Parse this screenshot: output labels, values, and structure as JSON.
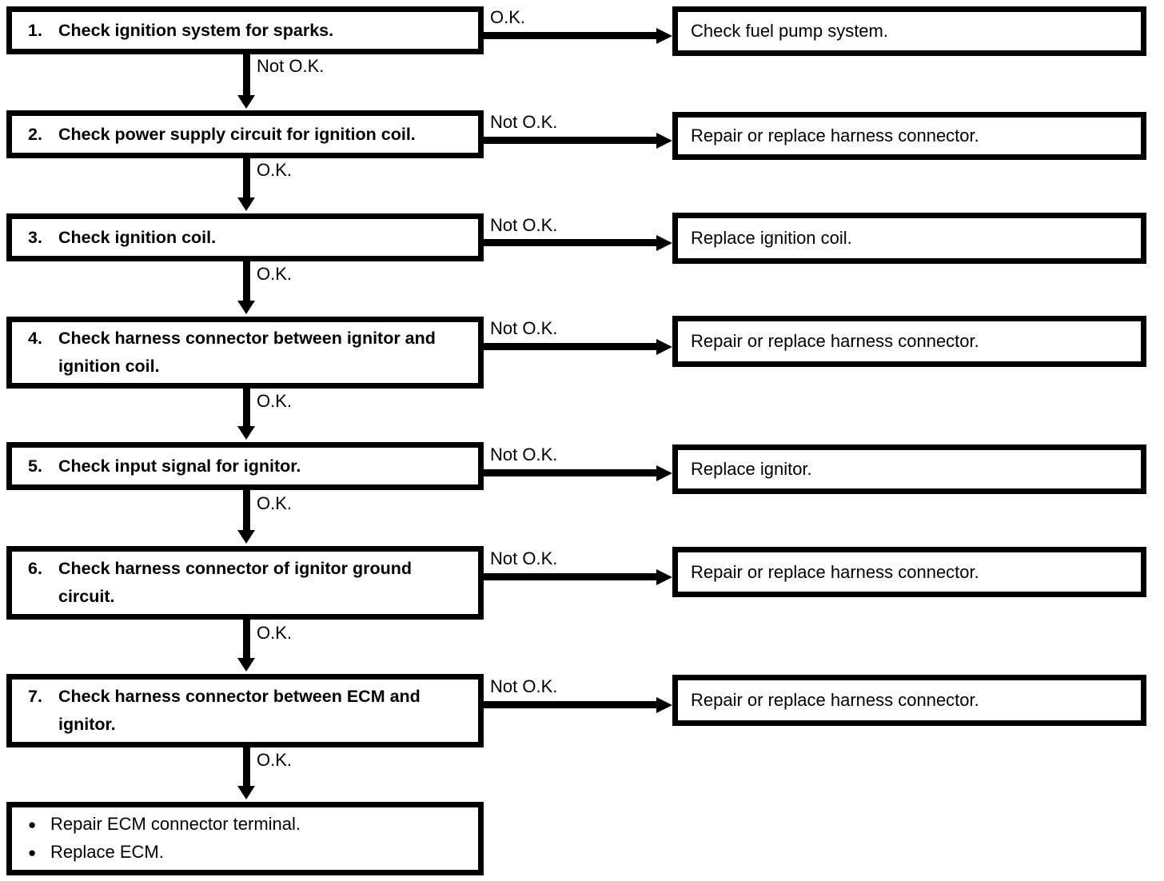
{
  "steps": [
    {
      "number": "1.",
      "text": "Check ignition system for sparks.",
      "branch_label": "O.K.",
      "result": "Check fuel pump system.",
      "down_label": "Not O.K."
    },
    {
      "number": "2.",
      "text": "Check power supply circuit for ignition coil.",
      "branch_label": "Not O.K.",
      "result": "Repair or replace harness connector.",
      "down_label": "O.K."
    },
    {
      "number": "3.",
      "text": "Check ignition coil.",
      "branch_label": "Not O.K.",
      "result": "Replace ignition coil.",
      "down_label": "O.K."
    },
    {
      "number": "4.",
      "text": "Check harness connector between ignitor and ignition coil.",
      "branch_label": "Not O.K.",
      "result": "Repair or replace harness connector.",
      "down_label": "O.K."
    },
    {
      "number": "5.",
      "text": "Check input signal for ignitor.",
      "branch_label": "Not O.K.",
      "result": "Replace ignitor.",
      "down_label": "O.K."
    },
    {
      "number": "6.",
      "text": "Check harness connector of ignitor ground circuit.",
      "branch_label": "Not O.K.",
      "result": "Repair or replace harness connector.",
      "down_label": "O.K."
    },
    {
      "number": "7.",
      "text": "Check harness connector between ECM and ignitor.",
      "branch_label": "Not O.K.",
      "result": "Repair or replace harness connector.",
      "down_label": "O.K."
    }
  ],
  "final_box": {
    "bullet": "●",
    "items": [
      "Repair ECM connector terminal.",
      "Replace ECM."
    ]
  },
  "colors": {
    "ink": "#000000",
    "paper": "#ffffff"
  }
}
